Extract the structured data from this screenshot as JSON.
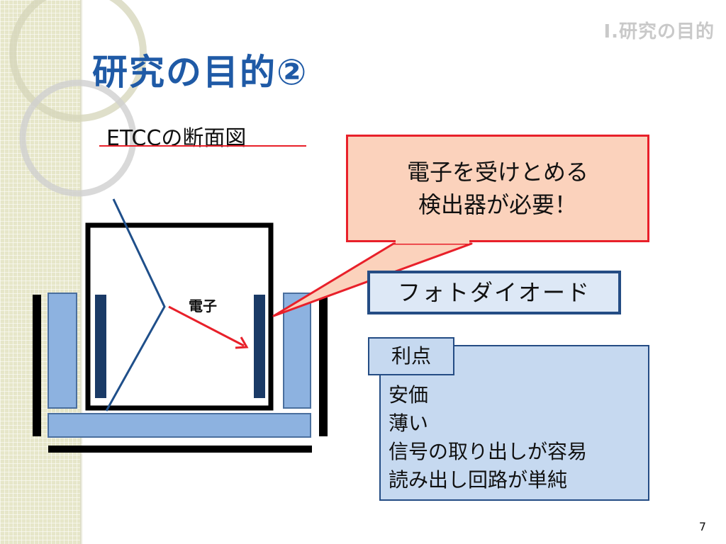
{
  "header": {
    "section_label": "Ⅰ.研究の目的",
    "title": "研究の目的②"
  },
  "diagram": {
    "subheading": "ETCCの断面図",
    "electron_label": "電子"
  },
  "callout": {
    "line1": "電子を受けとめる",
    "line2": "検出器が必要！"
  },
  "photodiode": {
    "label": "フォトダイオード"
  },
  "advantages": {
    "title": "利点",
    "items": [
      "安価",
      "薄い",
      "信号の取り出しが容易",
      "読み出し回路が単純"
    ]
  },
  "footer": {
    "page_number": "7"
  },
  "colors": {
    "title_blue": "#1f5aa6",
    "callout_red": "#e8202a",
    "callout_fill": "#fbd2bc",
    "detector_fill": "#8db2e0",
    "dark_navy": "#1a3a66"
  }
}
